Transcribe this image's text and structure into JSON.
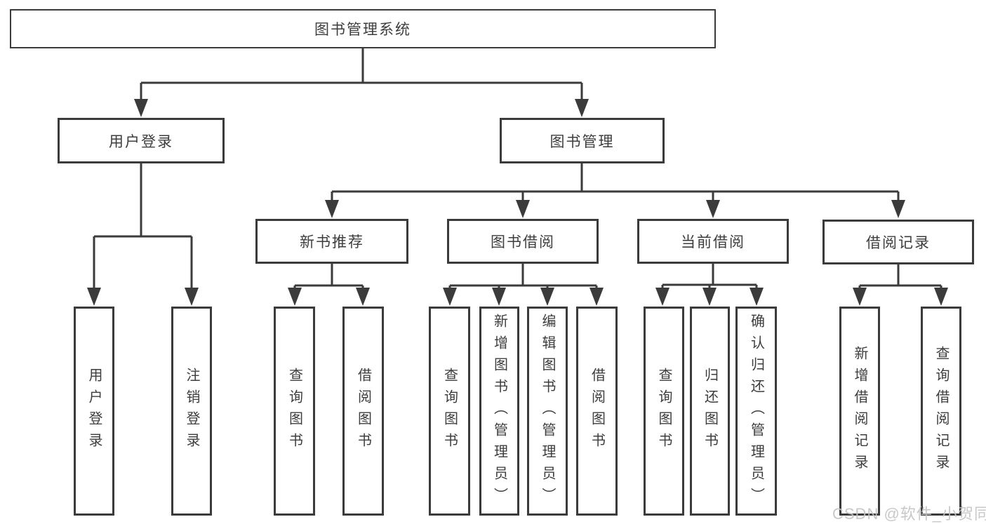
{
  "diagram": {
    "colors": {
      "line": "#3b3b3b",
      "box_border": "#3b3b3b",
      "text": "#3d3d3d",
      "background": "#ffffff",
      "watermark": "#c3c3c3"
    },
    "tree": {
      "label": "图书管理系统",
      "children": [
        {
          "label": "用户登录",
          "children": [
            {
              "label": "用户登录"
            },
            {
              "label": "注销登录"
            }
          ]
        },
        {
          "label": "图书管理",
          "children": [
            {
              "label": "新书推荐",
              "children": [
                {
                  "label": "查询图书"
                },
                {
                  "label": "借阅图书"
                }
              ]
            },
            {
              "label": "图书借阅",
              "children": [
                {
                  "label": "查询图书"
                },
                {
                  "label": "新增图书（管理员）"
                },
                {
                  "label": "编辑图书（管理员）"
                },
                {
                  "label": "借阅图书"
                }
              ]
            },
            {
              "label": "当前借阅",
              "children": [
                {
                  "label": "查询图书"
                },
                {
                  "label": "归还图书"
                },
                {
                  "label": "确认归还（管理员）"
                }
              ]
            },
            {
              "label": "借阅记录",
              "children": [
                {
                  "label": "新增借阅记录"
                },
                {
                  "label": "查询借阅记录"
                }
              ]
            }
          ]
        }
      ]
    },
    "watermark": {
      "text": "CSDN @软件_小贺同学"
    }
  }
}
